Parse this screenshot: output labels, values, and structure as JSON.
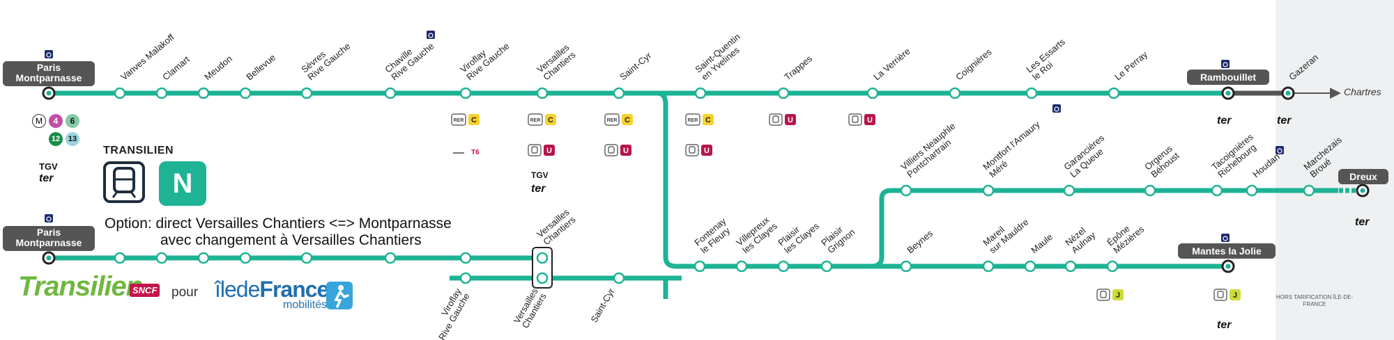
{
  "colors": {
    "line": "#1db394",
    "rer_c": "#f7d12e",
    "tram_u": "#b5144d",
    "tram_j": "#cddc39",
    "metro4": "#c04fa5",
    "metro6": "#86c9a5",
    "metro12": "#1a8c4a",
    "metro13": "#9ad4de",
    "terminus_bg": "#555555",
    "text": "#222222"
  },
  "header": {
    "transilien_label": "TRANSILIEN",
    "line_letter": "N",
    "option_line1": "Option: direct Versailles Chantiers <=> Montparnasse",
    "option_line2": "avec changement à Versailles Chantiers"
  },
  "branding": {
    "transilien_logo": "Transilien",
    "sncf": "SNCF",
    "pour": "pour",
    "idf_ile": "îlede",
    "idf_france": "France",
    "idf_mobilites": "mobilités",
    "idf_icon": "idf-mobilites-icon"
  },
  "hors_tarification": "HORS TARIFICATION ÎLE-DE-FRANCE",
  "terminus": {
    "paris_top": "Paris\nMontparnasse",
    "paris_bottom": "Paris\nMontparnasse",
    "rambouillet": "Rambouillet",
    "dreux": "Dreux",
    "mantes": "Mantes la Jolie"
  },
  "destination_chartres": "Chartres",
  "paris_connections": {
    "metro": [
      "4",
      "6",
      "12",
      "13"
    ],
    "tgv": "TGV",
    "ter": "ter"
  },
  "stations_main": [
    "Vanves Malakoff",
    "Clamart",
    "Meudon",
    "Bellevue",
    "Sèvres\nRive Gauche",
    "Chaville\nRive Gauche",
    "Viroflay\nRive Gauche",
    "Versailles\nChantiers",
    "Saint-Cyr",
    "Saint-Quentin\nen Yvelines",
    "Trappes",
    "La Verrière",
    "Coignières",
    "Les Essarts\nle Roi",
    "Le Perray",
    "Gazeran"
  ],
  "stations_dreux": [
    "Villiers Neauphle\nPontchartrain",
    "Montfort l'Amaury\nMéré",
    "Garancières\nLa Queue",
    "Orgerus\nBéhoust",
    "Tacoignières\nRichebourg",
    "Houdan",
    "Marchezais\nBroué"
  ],
  "stations_mantes": [
    "Fontenay\nle Fleury",
    "Villepreux\nles Clayes",
    "Plaisir\nles Clayes",
    "Plaisir\nGrignon",
    "Beynes",
    "Mareil\nsur Mauldre",
    "Maule",
    "Nézel\nAulnay",
    "Épône\nMézières"
  ],
  "stations_option_top": [
    "Versailles\nChantiers"
  ],
  "stations_option_bottom": [
    "Viroflay\nRive Gauche",
    "Versailles\nChantiers",
    "Saint-Cyr"
  ],
  "badges": {
    "rer": "RER",
    "c": "C",
    "u": "U",
    "j": "J",
    "t6": "T6",
    "tgv": "TGV",
    "ter": "ter"
  }
}
